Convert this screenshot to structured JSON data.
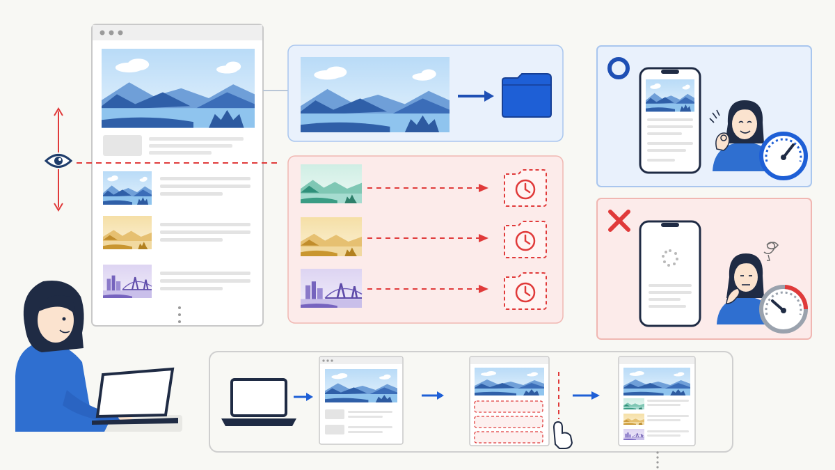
{
  "title": "",
  "colors": {
    "background": "#f8f8f4",
    "accent_blue": "#1e5fd6",
    "error_red": "#e03a3a",
    "panel_blue_fill": "#e9f1fc",
    "panel_blue_stroke": "#a9c6ee",
    "panel_red_fill": "#fcebea",
    "panel_red_stroke": "#f0b7b2",
    "browser_border": "#c9c9c9",
    "skeleton_gray": "#e4e4e4",
    "user_shirt": "#2f6fd0"
  },
  "browser_window": {
    "hero_image": "landscape-mountains-lake-blue",
    "thumbnails": [
      "landscape-blue",
      "landscape-green-teal",
      "landscape-golden",
      "cityscape-bridge-purple"
    ],
    "more_indicator": "ellipsis-vertical-icon"
  },
  "viewport_indicator": {
    "icon": "eye-icon",
    "arrows": "scroll-up-down-arrows"
  },
  "eager_panel": {
    "image": "landscape-mountains-lake-blue",
    "arrow": "arrow-right",
    "target": "folder-icon"
  },
  "lazy_panel": {
    "rows": [
      {
        "image": "landscape-green-teal",
        "target": "clock-folder-icon"
      },
      {
        "image": "landscape-golden",
        "target": "clock-folder-icon"
      },
      {
        "image": "cityscape-bridge-purple",
        "target": "clock-folder-icon"
      }
    ]
  },
  "good_result": {
    "mark": "circle-mark",
    "phone": "loaded-page",
    "gesture": "ok-hand",
    "gauge": "speed-fast"
  },
  "bad_result": {
    "mark": "cross-mark",
    "phone": "loading-spinner",
    "gesture": "thinking",
    "gauge": "speed-slow"
  },
  "timeline": {
    "steps": [
      "laptop",
      "page-skeleton-hero",
      "page-placeholders-scroll",
      "page-fully-loaded"
    ]
  },
  "user": {
    "role": "person-using-laptop"
  }
}
